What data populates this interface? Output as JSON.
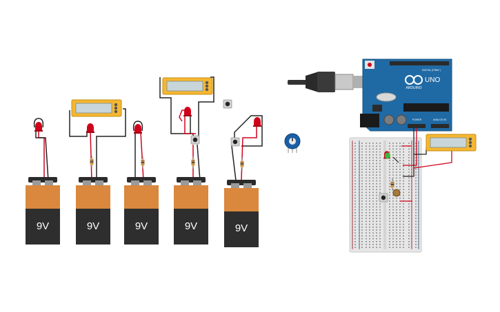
{
  "batteries": [
    {
      "label": "9V"
    },
    {
      "label": "9V"
    },
    {
      "label": "9V"
    },
    {
      "label": "9V"
    },
    {
      "label": "9V"
    }
  ],
  "arduino": {
    "brand": "ARDUINO",
    "model": "UNO",
    "digital_label": "DIGITAL (PWM~)",
    "power_label": "POWER",
    "analog_label": "ANALOG IN"
  },
  "colors": {
    "board": "#1f6aa5",
    "battery_orange": "#d9883e",
    "battery_body": "#2e2e2e",
    "wire_red": "#d0021b",
    "wire_black": "#222222",
    "multimeter": "#f5b731",
    "led_red": "#d0021b",
    "led_green": "#3ab83a",
    "pot": "#1b5fa6"
  }
}
